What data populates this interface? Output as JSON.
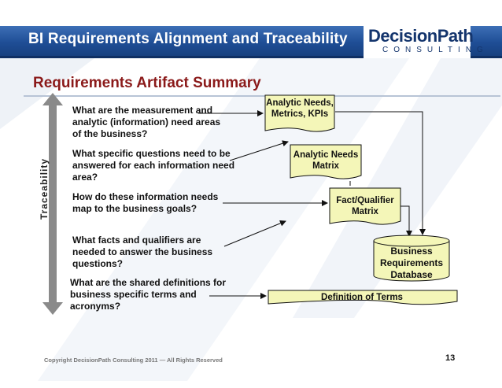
{
  "header": {
    "title": "BI Requirements Alignment and Traceability",
    "logo_main": "DecisionPath",
    "logo_sub": "CONSULTING"
  },
  "section_title": "Requirements Artifact Summary",
  "traceability_label": "Traceability",
  "questions": [
    "What are the measurement and analytic (information) need areas of the business?",
    "What specific questions need to be answered for each information need area?",
    "How do these information needs map to the business goals?",
    "What facts and qualifiers are needed to answer the business questions?",
    "What are the shared definitions for business specific terms and acronyms?"
  ],
  "artifacts": {
    "analytic_needs": "Analytic Needs, Metrics, KPIs",
    "analytic_matrix": "Analytic Needs Matrix",
    "fact_matrix": "Fact/Qualifier Matrix",
    "database": "Business Requirements Database",
    "terms": "Definition of Terms"
  },
  "footer": "Copyright DecisionPath Consulting 2011 — All Rights Reserved",
  "page_number": "13",
  "colors": {
    "header_blue": "#1f4e96",
    "title_red": "#8b1a1a",
    "artifact_fill": "#f4f6b8"
  }
}
